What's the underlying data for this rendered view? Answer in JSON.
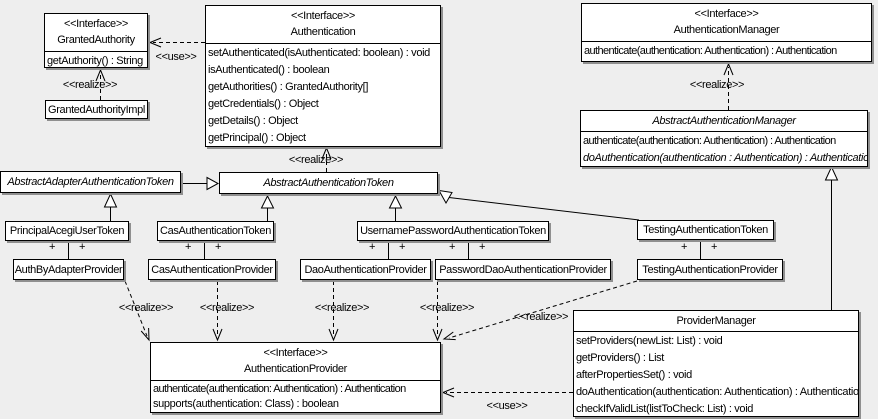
{
  "labels": {
    "interface": "<<Interface>>",
    "use": "<<use>>",
    "realize": "<<realize>>",
    "plus": "+"
  },
  "colors": {
    "background": "#eeeeee",
    "box_fill": "#ffffff",
    "line": "#000000",
    "shadow": "#8f8f8f"
  },
  "classes": {
    "granted_authority": {
      "stereotype": "<<Interface>>",
      "name": "GrantedAuthority",
      "methods": [
        "getAuthority() : String"
      ]
    },
    "granted_authority_impl": {
      "name": "GrantedAuthorityImpl"
    },
    "authentication": {
      "stereotype": "<<Interface>>",
      "name": "Authentication",
      "methods": [
        "setAuthenticated(isAuthenticated: boolean) : void",
        "isAuthenticated() : boolean",
        "getAuthorities() : GrantedAuthority[]",
        "getCredentials() : Object",
        "getDetails() : Object",
        "getPrincipal() : Object"
      ]
    },
    "authentication_manager": {
      "stereotype": "<<Interface>>",
      "name": "AuthenticationManager",
      "methods": [
        "authenticate(authentication: Authentication) : Authentication"
      ]
    },
    "abstract_authentication_manager": {
      "name": "AbstractAuthenticationManager",
      "abstract": true,
      "methods": [
        "authenticate(authentication: Authentication) : Authentication",
        "doAuthentication(authentication : Authentication) : Authentication"
      ]
    },
    "abstract_adapter_authentication_token": {
      "name": "AbstractAdapterAuthenticationToken",
      "abstract": true
    },
    "abstract_authentication_token": {
      "name": "AbstractAuthenticationToken",
      "abstract": true
    },
    "principal_acegi_user_token": {
      "name": "PrincipalAcegiUserToken"
    },
    "cas_authentication_token": {
      "name": "CasAuthenticationToken"
    },
    "username_password_authentication_token": {
      "name": "UsernamePasswordAuthenticationToken"
    },
    "testing_authentication_token": {
      "name": "TestingAuthenticationToken"
    },
    "auth_by_adapter_provider": {
      "name": "AuthByAdapterProvider"
    },
    "cas_authentication_provider": {
      "name": "CasAuthenticationProvider"
    },
    "dao_authentication_provider": {
      "name": "DaoAuthenticationProvider"
    },
    "password_dao_authentication_provider": {
      "name": "PasswordDaoAuthenticationProvider"
    },
    "testing_authentication_provider": {
      "name": "TestingAuthenticationProvider"
    },
    "authentication_provider": {
      "stereotype": "<<Interface>>",
      "name": "AuthenticationProvider",
      "methods": [
        "authenticate(authentication: Authentication) : Authentication",
        "supports(authentication: Class) : boolean"
      ]
    },
    "provider_manager": {
      "name": "ProviderManager",
      "methods": [
        "setProviders(newList: List) : void",
        "getProviders() : List",
        "afterPropertiesSet() : void",
        "doAuthentication(authentication: Authentication) : Authentication",
        "checkIfValidList(listToCheck: List) : void"
      ]
    }
  },
  "relations": [
    {
      "type": "use",
      "from": "Authentication",
      "to": "GrantedAuthority",
      "label": "<<use>>"
    },
    {
      "type": "realize",
      "from": "GrantedAuthorityImpl",
      "to": "GrantedAuthority",
      "label": "<<realize>>"
    },
    {
      "type": "realize",
      "from": "AbstractAuthenticationToken",
      "to": "Authentication",
      "label": "<<realize>>"
    },
    {
      "type": "realize",
      "from": "AbstractAuthenticationManager",
      "to": "AuthenticationManager",
      "label": "<<realize>>"
    },
    {
      "type": "generalize",
      "from": "AbstractAdapterAuthenticationToken",
      "to": "AbstractAuthenticationToken"
    },
    {
      "type": "generalize",
      "from": "PrincipalAcegiUserToken",
      "to": "AbstractAdapterAuthenticationToken"
    },
    {
      "type": "generalize",
      "from": "CasAuthenticationToken",
      "to": "AbstractAuthenticationToken"
    },
    {
      "type": "generalize",
      "from": "UsernamePasswordAuthenticationToken",
      "to": "AbstractAuthenticationToken"
    },
    {
      "type": "generalize",
      "from": "TestingAuthenticationToken",
      "to": "AbstractAuthenticationToken"
    },
    {
      "type": "generalize",
      "from": "ProviderManager",
      "to": "AbstractAuthenticationManager"
    },
    {
      "type": "association",
      "from": "PrincipalAcegiUserToken",
      "to": "AuthByAdapterProvider",
      "end_labels": [
        "+",
        "+"
      ]
    },
    {
      "type": "association",
      "from": "CasAuthenticationToken",
      "to": "CasAuthenticationProvider",
      "end_labels": [
        "+",
        "+"
      ]
    },
    {
      "type": "association",
      "from": "UsernamePasswordAuthenticationToken",
      "to": "DaoAuthenticationProvider",
      "end_labels": [
        "+",
        "+"
      ]
    },
    {
      "type": "association",
      "from": "UsernamePasswordAuthenticationToken",
      "to": "PasswordDaoAuthenticationProvider",
      "end_labels": [
        "+",
        "+"
      ]
    },
    {
      "type": "association",
      "from": "TestingAuthenticationToken",
      "to": "TestingAuthenticationProvider",
      "end_labels": [
        "+",
        "+"
      ]
    },
    {
      "type": "realize",
      "from": "AuthByAdapterProvider",
      "to": "AuthenticationProvider",
      "label": "<<realize>>"
    },
    {
      "type": "realize",
      "from": "CasAuthenticationProvider",
      "to": "AuthenticationProvider",
      "label": "<<realize>>"
    },
    {
      "type": "realize",
      "from": "DaoAuthenticationProvider",
      "to": "AuthenticationProvider",
      "label": "<<realize>>"
    },
    {
      "type": "realize",
      "from": "PasswordDaoAuthenticationProvider",
      "to": "AuthenticationProvider",
      "label": "<<realize>>"
    },
    {
      "type": "realize",
      "from": "TestingAuthenticationProvider",
      "to": "AuthenticationProvider",
      "label": "<<realize>>"
    },
    {
      "type": "use",
      "from": "ProviderManager",
      "to": "AuthenticationProvider",
      "label": "<<use>>"
    }
  ]
}
